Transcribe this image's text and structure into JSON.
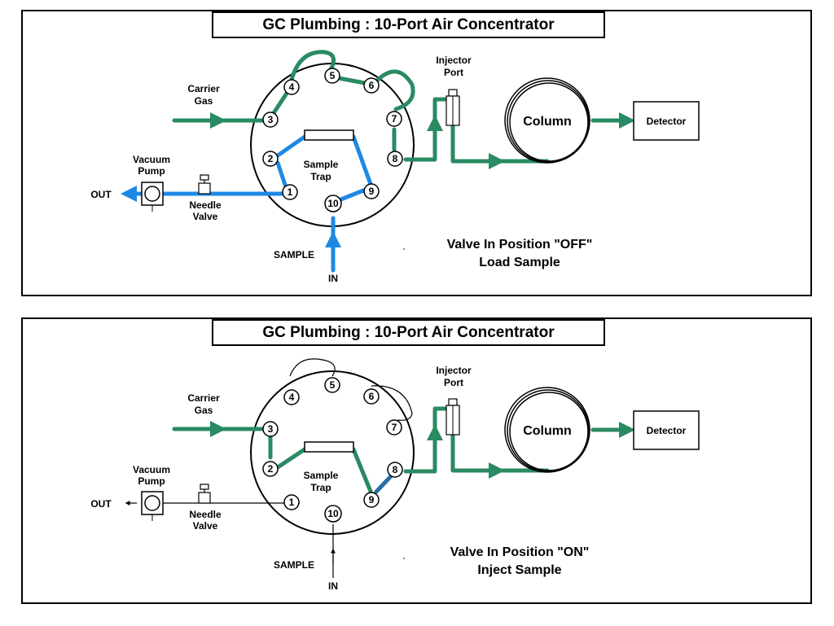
{
  "panels": [
    {
      "title": "GC Plumbing : 10-Port Air Concentrator",
      "state": "off",
      "status_line1": "Valve In Position \"OFF\"",
      "status_line2": "Load Sample"
    },
    {
      "title": "GC Plumbing : 10-Port Air Concentrator",
      "state": "on",
      "status_line1": "Valve In Position \"ON\"",
      "status_line2": "Inject Sample"
    }
  ],
  "labels": {
    "carrier": "Carrier",
    "gas": "Gas",
    "vacuum": "Vacuum",
    "pump": "Pump",
    "out": "OUT",
    "needle": "Needle",
    "valve": "Valve",
    "sample_in_label": "SAMPLE",
    "in": "IN",
    "trap_line1": "Sample",
    "trap_line2": "Trap",
    "injector": "Injector",
    "port": "Port",
    "column": "Column",
    "detector": "Detector"
  },
  "ports": [
    "1",
    "2",
    "3",
    "4",
    "5",
    "6",
    "7",
    "8",
    "9",
    "10"
  ],
  "colors": {
    "carrier_flow": "#2a8a62",
    "sample_flow": "#1e88e5",
    "linking_flow": "#2b6fa3",
    "inactive": "#000000"
  }
}
